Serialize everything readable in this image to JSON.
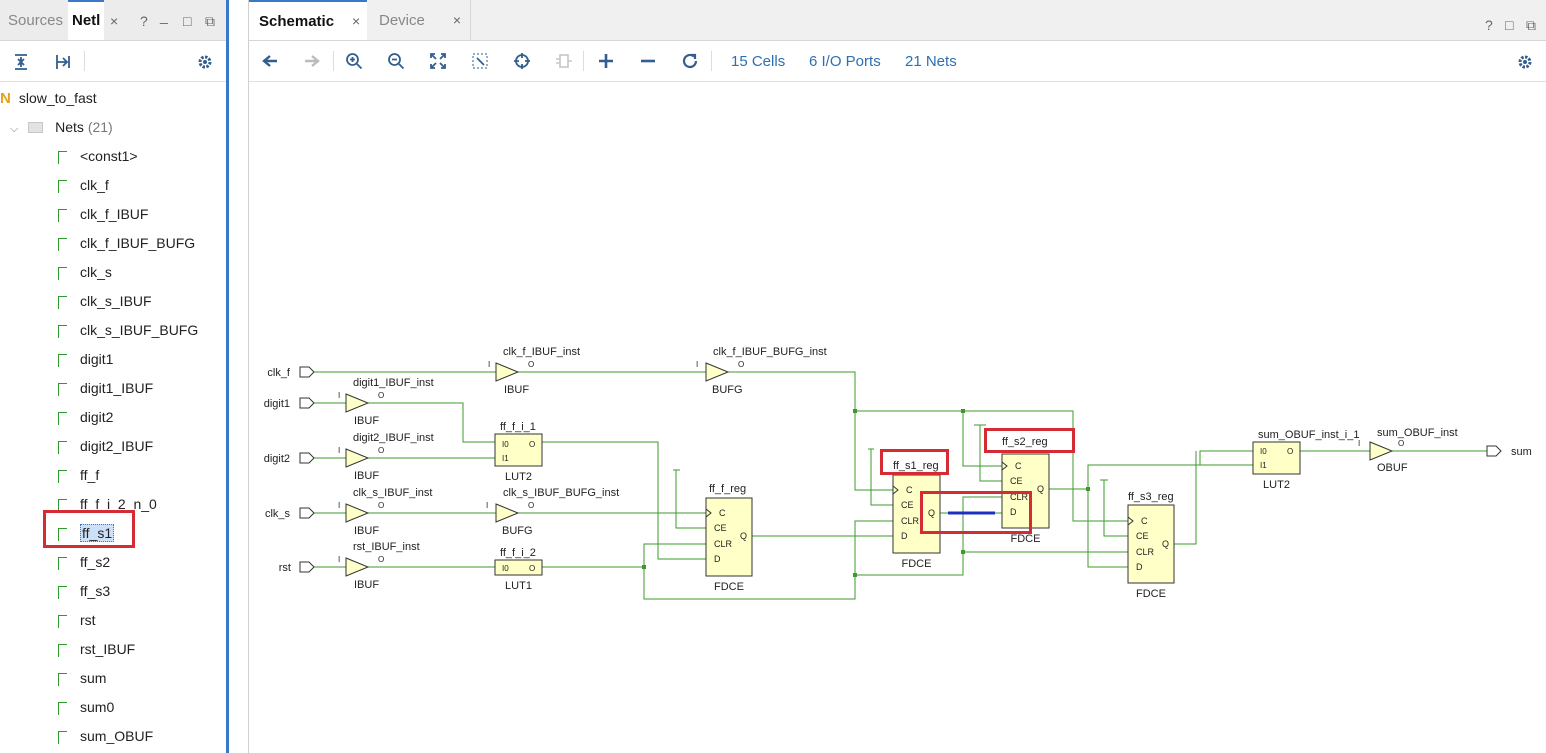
{
  "left_panel": {
    "tabs": [
      {
        "label": "Sources"
      },
      {
        "label": "Netl"
      }
    ],
    "tab_close": "×",
    "controls": {
      "help": "?",
      "minimize": "_",
      "maximize": "□",
      "float": "⧉"
    },
    "design_root": {
      "badge": "N",
      "name": "slow_to_fast"
    },
    "nets_folder": {
      "label": "Nets",
      "count": "(21)"
    },
    "nets": [
      "<const1>",
      "clk_f",
      "clk_f_IBUF",
      "clk_f_IBUF_BUFG",
      "clk_s",
      "clk_s_IBUF",
      "clk_s_IBUF_BUFG",
      "digit1",
      "digit1_IBUF",
      "digit2",
      "digit2_IBUF",
      "ff_f",
      "ff_f_i_2_n_0",
      "ff_s1",
      "ff_s2",
      "ff_s3",
      "rst",
      "rst_IBUF",
      "sum",
      "sum0",
      "sum_OBUF"
    ],
    "selected_net": "ff_s1"
  },
  "right_panel": {
    "tabs": [
      {
        "label": "Schematic",
        "close": "×"
      },
      {
        "label": "Device",
        "close": "×"
      }
    ],
    "controls": {
      "help": "?",
      "maximize": "□",
      "float": "⧉"
    },
    "stats": {
      "cells": "15 Cells",
      "io_ports": "6 I/O Ports",
      "nets": "21 Nets"
    }
  },
  "schematic": {
    "ports_in": [
      "clk_f",
      "digit1",
      "digit2",
      "clk_s",
      "rst"
    ],
    "port_out": "sum",
    "buffers": [
      {
        "inst": "clk_f_IBUF_inst",
        "type": "IBUF"
      },
      {
        "inst": "digit1_IBUF_inst",
        "type": "IBUF"
      },
      {
        "inst": "digit2_IBUF_inst",
        "type": "IBUF"
      },
      {
        "inst": "clk_s_IBUF_inst",
        "type": "IBUF"
      },
      {
        "inst": "rst_IBUF_inst",
        "type": "IBUF"
      },
      {
        "inst": "clk_f_IBUF_BUFG_inst",
        "type": "BUFG"
      },
      {
        "inst": "clk_s_IBUF_BUFG_inst",
        "type": "BUFG"
      },
      {
        "inst": "sum_OBUF_inst",
        "type": "OBUF"
      }
    ],
    "luts": [
      {
        "inst": "ff_f_i_1",
        "type": "LUT2"
      },
      {
        "inst": "ff_f_i_2",
        "type": "LUT1"
      },
      {
        "inst": "sum_OBUF_inst_i_1",
        "type": "LUT2"
      }
    ],
    "flops": [
      {
        "inst": "ff_f_reg",
        "type": "FDCE"
      },
      {
        "inst": "ff_s1_reg",
        "type": "FDCE"
      },
      {
        "inst": "ff_s2_reg",
        "type": "FDCE"
      },
      {
        "inst": "ff_s3_reg",
        "type": "FDCE"
      }
    ],
    "pins": {
      "I": "I",
      "O": "O",
      "I0": "I0",
      "I1": "I1",
      "C": "C",
      "CE": "CE",
      "CLR": "CLR",
      "D": "D",
      "Q": "Q"
    }
  }
}
